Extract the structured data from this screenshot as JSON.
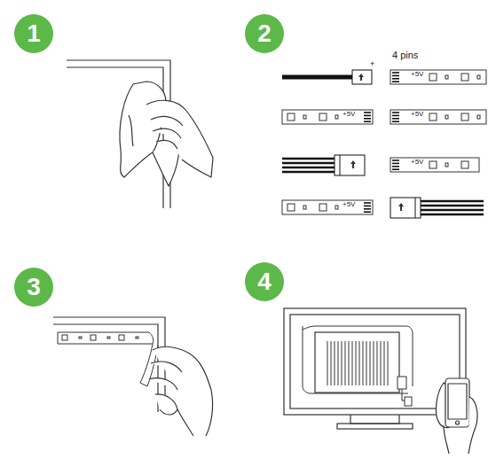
{
  "diagram": {
    "nodes": [
      {
        "text": [
          "1"
        ]
      },
      {
        "text": [
          "2"
        ]
      },
      {
        "text": [
          "3"
        ]
      },
      {
        "text": [
          "4"
        ]
      }
    ],
    "labels": [
      "4 pins",
      "+",
      "+5V",
      "+5V",
      "+5V",
      "+5V",
      "+5V"
    ]
  }
}
